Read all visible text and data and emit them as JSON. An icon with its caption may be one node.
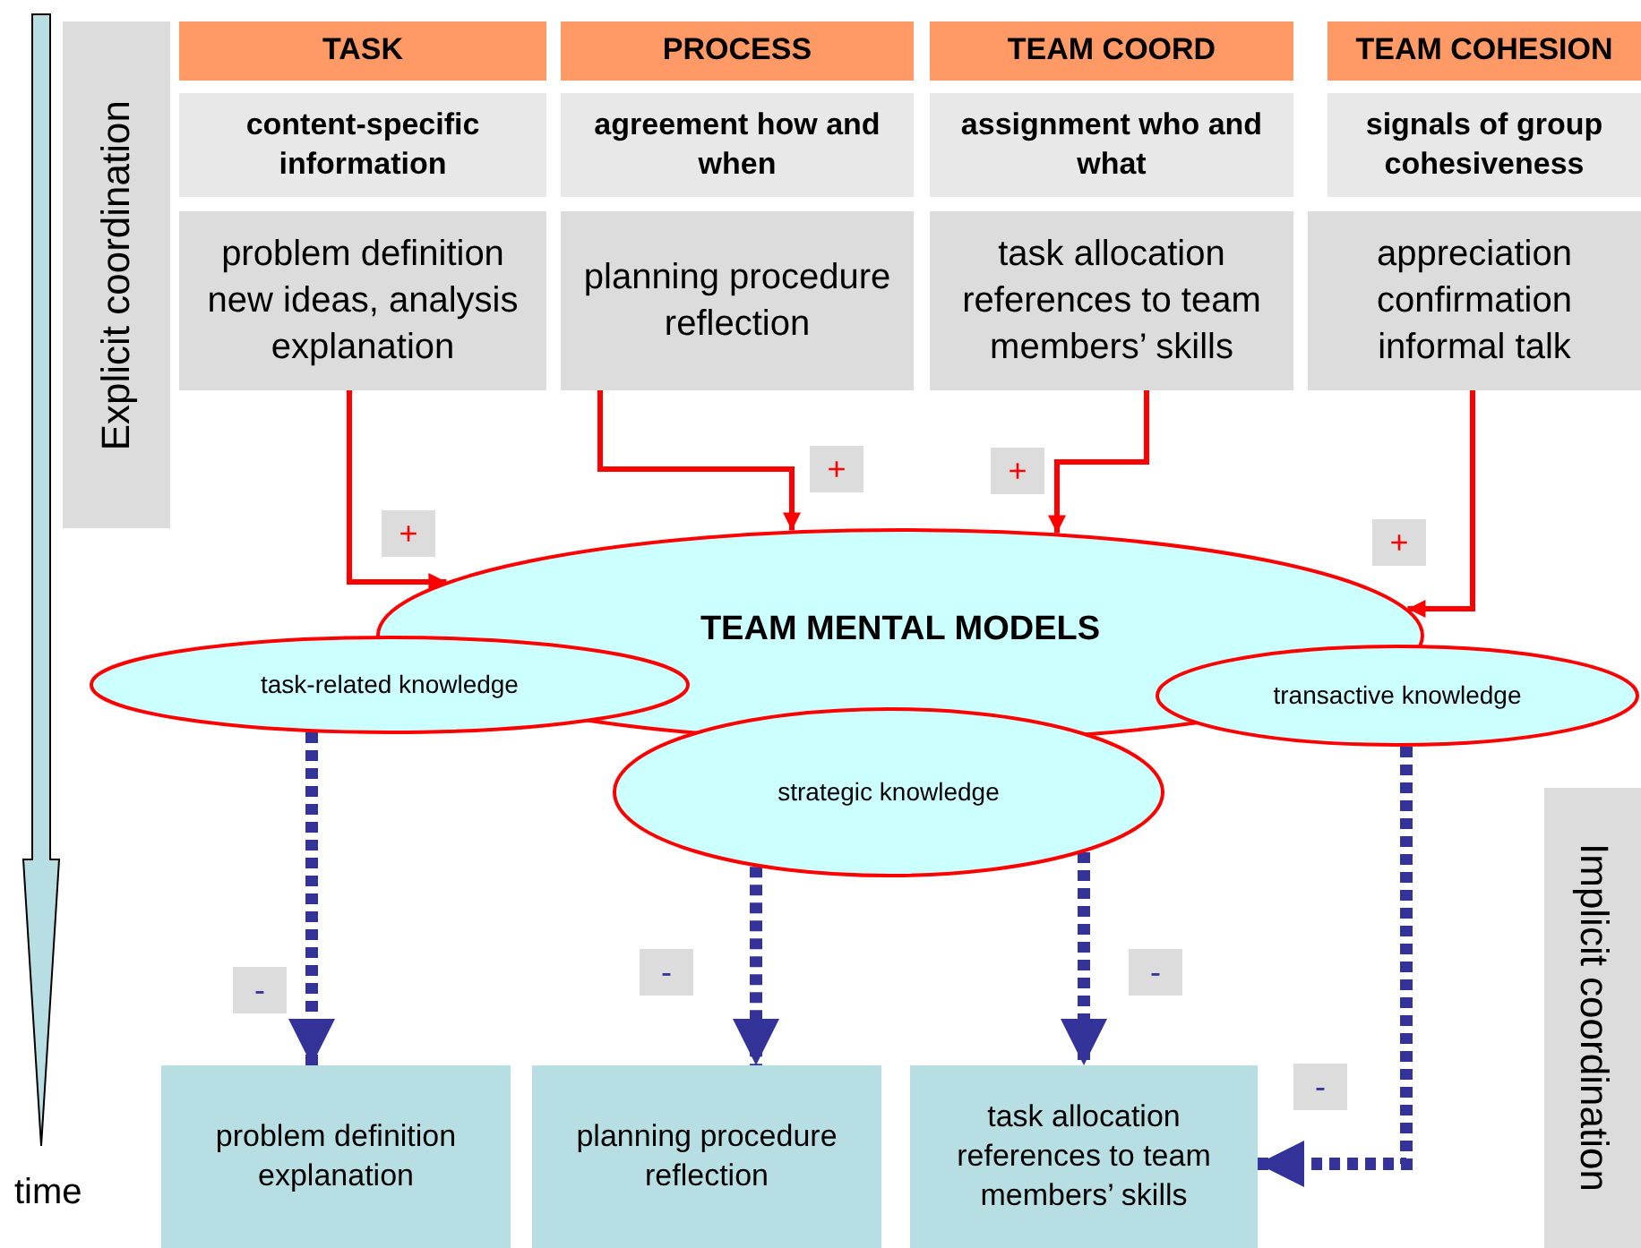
{
  "diagram": {
    "nodes": [
      {
        "text": [
          "Explicit coordination"
        ]
      },
      {
        "text": [
          "TASK"
        ]
      },
      {
        "text": [
          "PROCESS"
        ]
      },
      {
        "text": [
          "TEAM COORD"
        ]
      },
      {
        "text": [
          "TEAM COHESION"
        ]
      },
      {
        "text": [
          "content-specific information"
        ]
      },
      {
        "text": [
          "agreement how and when"
        ]
      },
      {
        "text": [
          "assignment who and what"
        ]
      },
      {
        "text": [
          "signals of group cohesiveness"
        ]
      },
      {
        "text": [
          "problem definition new ideas, analysis explanation"
        ]
      },
      {
        "text": [
          "planning procedure reflection"
        ]
      },
      {
        "text": [
          "task allocation references to team members’ skills"
        ]
      },
      {
        "text": [
          "appreciation confirmation informal talk"
        ]
      },
      {
        "text": [
          "TEAM MENTAL MODELS"
        ]
      },
      {
        "text": [
          "task-related knowledge"
        ]
      },
      {
        "text": [
          "strategic knowledge"
        ]
      },
      {
        "text": [
          "transactive knowledge"
        ]
      },
      {
        "text": [
          "problem definition explanation"
        ]
      },
      {
        "text": [
          "planning procedure reflection"
        ]
      },
      {
        "text": [
          "task allocation references to team members’ skills"
        ]
      },
      {
        "text": [
          "Implicit coordination"
        ]
      }
    ],
    "edges": [
      {
        "from": 9,
        "to": 13,
        "arrow": "to",
        "label": "+",
        "color": "#ff0000"
      },
      {
        "from": 10,
        "to": 13,
        "arrow": "to",
        "label": "+",
        "color": "#ff0000"
      },
      {
        "from": 11,
        "to": 13,
        "arrow": "to",
        "label": "+",
        "color": "#ff0000"
      },
      {
        "from": 12,
        "to": 13,
        "arrow": "to",
        "label": "+",
        "color": "#ff0000"
      },
      {
        "from": 14,
        "to": 17,
        "arrow": "to",
        "label": "-",
        "style": "dashed",
        "color": "#333399"
      },
      {
        "from": 15,
        "to": 18,
        "arrow": "to",
        "label": "-",
        "style": "dashed",
        "color": "#333399"
      },
      {
        "from": 15,
        "to": 19,
        "arrow": "to",
        "label": "-",
        "style": "dashed",
        "color": "#333399"
      },
      {
        "from": 16,
        "to": 19,
        "arrow": "to",
        "label": "-",
        "style": "dashed",
        "color": "#333399"
      }
    ],
    "labels": [
      "time"
    ]
  }
}
